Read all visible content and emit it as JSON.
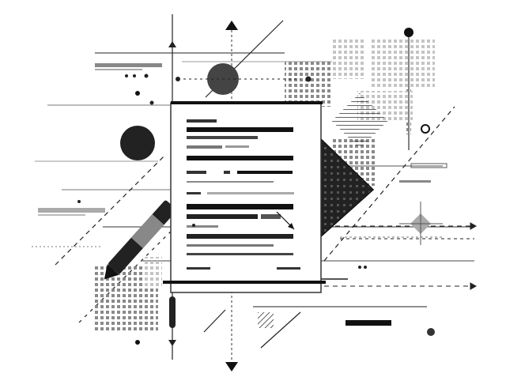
{
  "palette": {
    "background": "#ffffff",
    "ink": "#1a1a1a",
    "dark_gray": "#333333",
    "mid_gray": "#7a7a7a",
    "light_gray": "#bdbdbd",
    "paper": "#ffffff"
  },
  "icons": [
    "document-illustration",
    "pen-icon",
    "circle-shape",
    "triangle-arrow-icon",
    "diamond-shape",
    "dot-grid-pattern",
    "hatched-square-pattern"
  ]
}
